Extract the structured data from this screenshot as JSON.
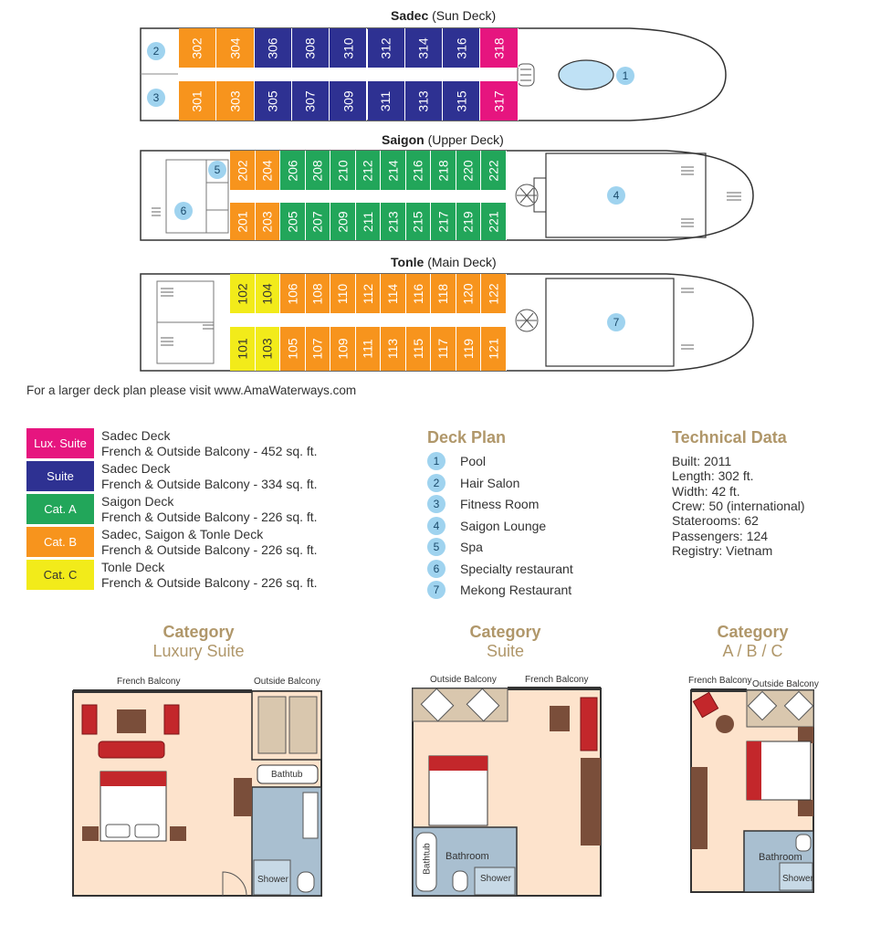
{
  "decks": [
    {
      "name": "Sadec",
      "sub": "(Sun Deck)",
      "top_row": [
        "302",
        "304",
        "306",
        "308",
        "310",
        "312",
        "314",
        "316",
        "318"
      ],
      "bottom_row": [
        "301",
        "303",
        "305",
        "307",
        "309",
        "311",
        "313",
        "315",
        "317"
      ],
      "markers": [
        "2",
        "3",
        "1"
      ]
    },
    {
      "name": "Saigon",
      "sub": "(Upper Deck)",
      "top_row": [
        "202",
        "204",
        "206",
        "208",
        "210",
        "212",
        "214",
        "216",
        "218",
        "220",
        "222"
      ],
      "bottom_row": [
        "201",
        "203",
        "205",
        "207",
        "209",
        "211",
        "213",
        "215",
        "217",
        "219",
        "221"
      ],
      "markers": [
        "5",
        "6",
        "4"
      ]
    },
    {
      "name": "Tonle",
      "sub": "(Main Deck)",
      "top_row": [
        "102",
        "104",
        "106",
        "108",
        "110",
        "112",
        "114",
        "116",
        "118",
        "120",
        "122"
      ],
      "bottom_row": [
        "101",
        "103",
        "105",
        "107",
        "109",
        "111",
        "113",
        "115",
        "117",
        "119",
        "121"
      ],
      "markers": [
        "7"
      ]
    }
  ],
  "note": "For a larger deck plan please visit www.AmaWaterways.com",
  "legend": [
    {
      "label": "Lux. Suite",
      "color": "#e6157f",
      "line1": "Sadec Deck",
      "line2": "French & Outside Balcony -  452 sq. ft."
    },
    {
      "label": "Suite",
      "color": "#2e3192",
      "line1": "Sadec Deck",
      "line2": "French & Outside Balcony - 334 sq. ft."
    },
    {
      "label": "Cat. A",
      "color": "#22a65a",
      "line1": "Saigon Deck",
      "line2": "French & Outside Balcony - 226 sq. ft."
    },
    {
      "label": "Cat. B",
      "color": "#f7941d",
      "line1": "Sadec, Saigon & Tonle Deck",
      "line2": "French & Outside Balcony - 226 sq. ft."
    },
    {
      "label": "Cat. C",
      "color": "#f2eb1a",
      "line1": "Tonle Deck",
      "line2": "French & Outside Balcony - 226 sq. ft."
    }
  ],
  "deck_plan": {
    "title": "Deck Plan",
    "items": [
      {
        "num": "1",
        "label": "Pool"
      },
      {
        "num": "2",
        "label": "Hair Salon"
      },
      {
        "num": "3",
        "label": "Fitness Room"
      },
      {
        "num": "4",
        "label": "Saigon Lounge"
      },
      {
        "num": "5",
        "label": "Spa"
      },
      {
        "num": "6",
        "label": "Specialty restaurant"
      },
      {
        "num": "7",
        "label": "Mekong Restaurant"
      }
    ]
  },
  "technical": {
    "title": "Technical Data",
    "lines": [
      "Built: 2011",
      "Length: 302 ft.",
      "Width: 42 ft.",
      "Crew: 50 (international)",
      "Staterooms: 62",
      "Passengers: 124",
      "Registry: Vietnam"
    ]
  },
  "categories": [
    {
      "line1": "Category",
      "line2": "Luxury Suite",
      "labels": [
        "French Balcony",
        "Outside Balcony",
        "Bathtub",
        "Shower"
      ]
    },
    {
      "line1": "Category",
      "line2": "Suite",
      "labels": [
        "Outside Balcony",
        "French Balcony",
        "Bathroom",
        "Bathtub",
        "Shower"
      ]
    },
    {
      "line1": "Category",
      "line2": "A / B / C",
      "labels": [
        "French Balcony",
        "Outside Balcony",
        "Bathroom",
        "Shower"
      ]
    }
  ],
  "colors": {
    "lux": "#e6157f",
    "suite": "#2e3192",
    "cat_a": "#22a65a",
    "cat_b": "#f7941d",
    "cat_c": "#f2eb1a",
    "marker": "#9fd3ef",
    "title": "#b0976a",
    "floor": "#fde3cc"
  }
}
